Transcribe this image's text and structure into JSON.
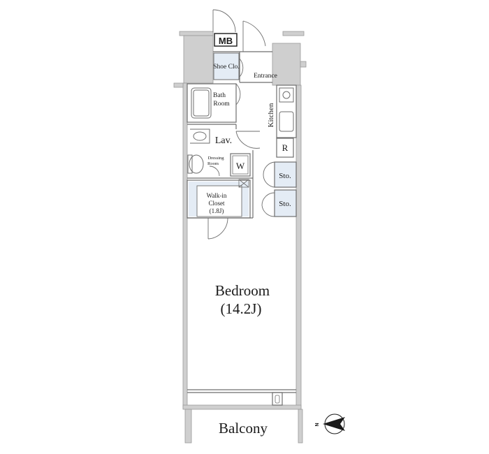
{
  "colors": {
    "wall": "#cfcfcf",
    "wall_edge": "#8a8a8a",
    "line": "#6e6e6e",
    "closet_fill": "#e4ecf5",
    "background": "#ffffff"
  },
  "labels": {
    "mb": "MB",
    "shoe_closet": "Shoe Clo.",
    "entrance": "Entrance",
    "bath_line1": "Bath",
    "bath_line2": "Room",
    "kitchen": "Kitchen",
    "lav": "Lav.",
    "dressing_line1": "Dressing",
    "dressing_line2": "Room",
    "washer": "W",
    "refrigerator": "R",
    "storage_1": "Sto.",
    "storage_2": "Sto.",
    "walkin_line1": "Walk-in",
    "walkin_line2": "Closet",
    "walkin_line3": "(1.8J)",
    "bedroom": "Bedroom",
    "bedroom_size": "(14.2J)",
    "balcony": "Balcony",
    "compass": "N"
  },
  "icons": [
    "compass-north-arrow-icon",
    "door-swing-icon",
    "bathtub-icon",
    "toilet-icon",
    "sink-icon",
    "stove-icon"
  ]
}
